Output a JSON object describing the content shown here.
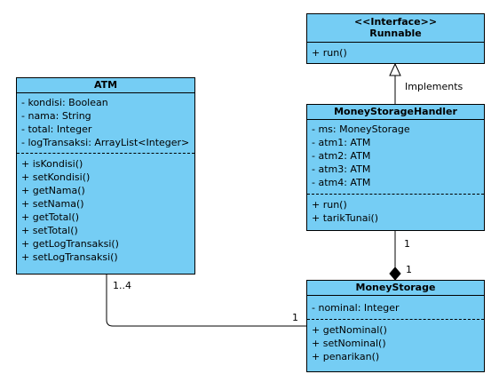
{
  "runnable": {
    "stereotype": "<<Interface>>",
    "name": "Runnable",
    "attributes": [],
    "methods": [
      "+ run()"
    ]
  },
  "handler": {
    "name": "MoneyStorageHandler",
    "attributes": [
      "- ms: MoneyStorage",
      "- atm1: ATM",
      "- atm2: ATM",
      "- atm3: ATM",
      "- atm4: ATM"
    ],
    "methods": [
      "+ run()",
      "+ tarikTunai()"
    ]
  },
  "atm": {
    "name": "ATM",
    "attributes": [
      "- kondisi: Boolean",
      "- nama: String",
      "- total: Integer",
      "- logTransaksi: ArrayList<Integer>"
    ],
    "methods": [
      "+ isKondisi()",
      "+ setKondisi()",
      "+ getNama()",
      "+ setNama()",
      "+ getTotal()",
      "+ setTotal()",
      "+ getLogTransaksi()",
      "+ setLogTransaksi()"
    ]
  },
  "storage": {
    "name": "MoneyStorage",
    "attributes": [
      "- nominal: Integer"
    ],
    "methods": [
      "+ getNominal()",
      "+ setNominal()",
      "+ penarikan()"
    ]
  },
  "relations": {
    "implements_label": "Implements",
    "composition_source_mult": "1",
    "composition_target_mult": "1",
    "association_atm_mult": "1..4",
    "association_storage_mult": "1"
  },
  "colors": {
    "class_fill": "#75cdf4",
    "line": "#000000"
  }
}
